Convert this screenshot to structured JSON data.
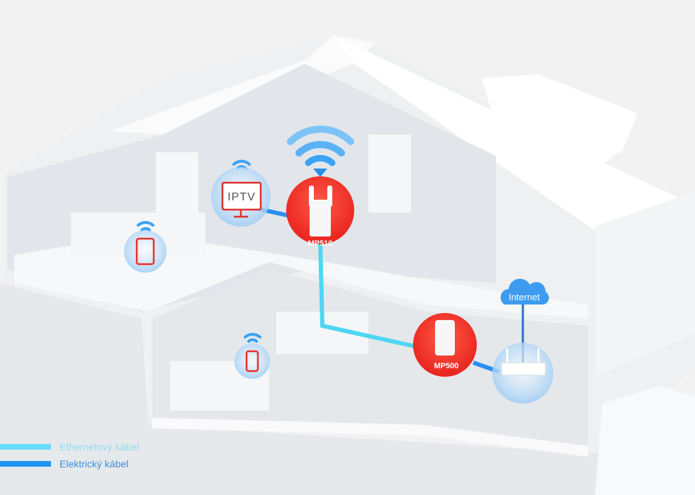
{
  "devices": {
    "iptv": {
      "label": "IPTV"
    },
    "mp510": {
      "label": "MP510"
    },
    "mp500": {
      "label": "MP500"
    },
    "cloud": {
      "label": "Internet"
    }
  },
  "legend": [
    {
      "label": "Ethernetový kábel",
      "color": "#66dcf7",
      "text_color": "#8fdcf2"
    },
    {
      "label": "Elektrický kábel",
      "color": "#2196f3",
      "text_color": "#3b8fd9"
    }
  ],
  "colors": {
    "ethernet": "#4fd6f2",
    "electric": "#2a8ff0",
    "device_red": "#f0302a",
    "bubble_blue": "#cfe6fb",
    "wifi": "#3aa3f5"
  }
}
